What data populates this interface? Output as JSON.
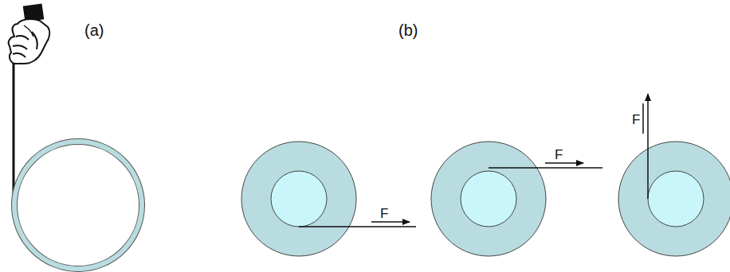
{
  "diagram": {
    "labels": [
      "(a)",
      "(b)",
      "F",
      "F",
      "F"
    ]
  }
}
